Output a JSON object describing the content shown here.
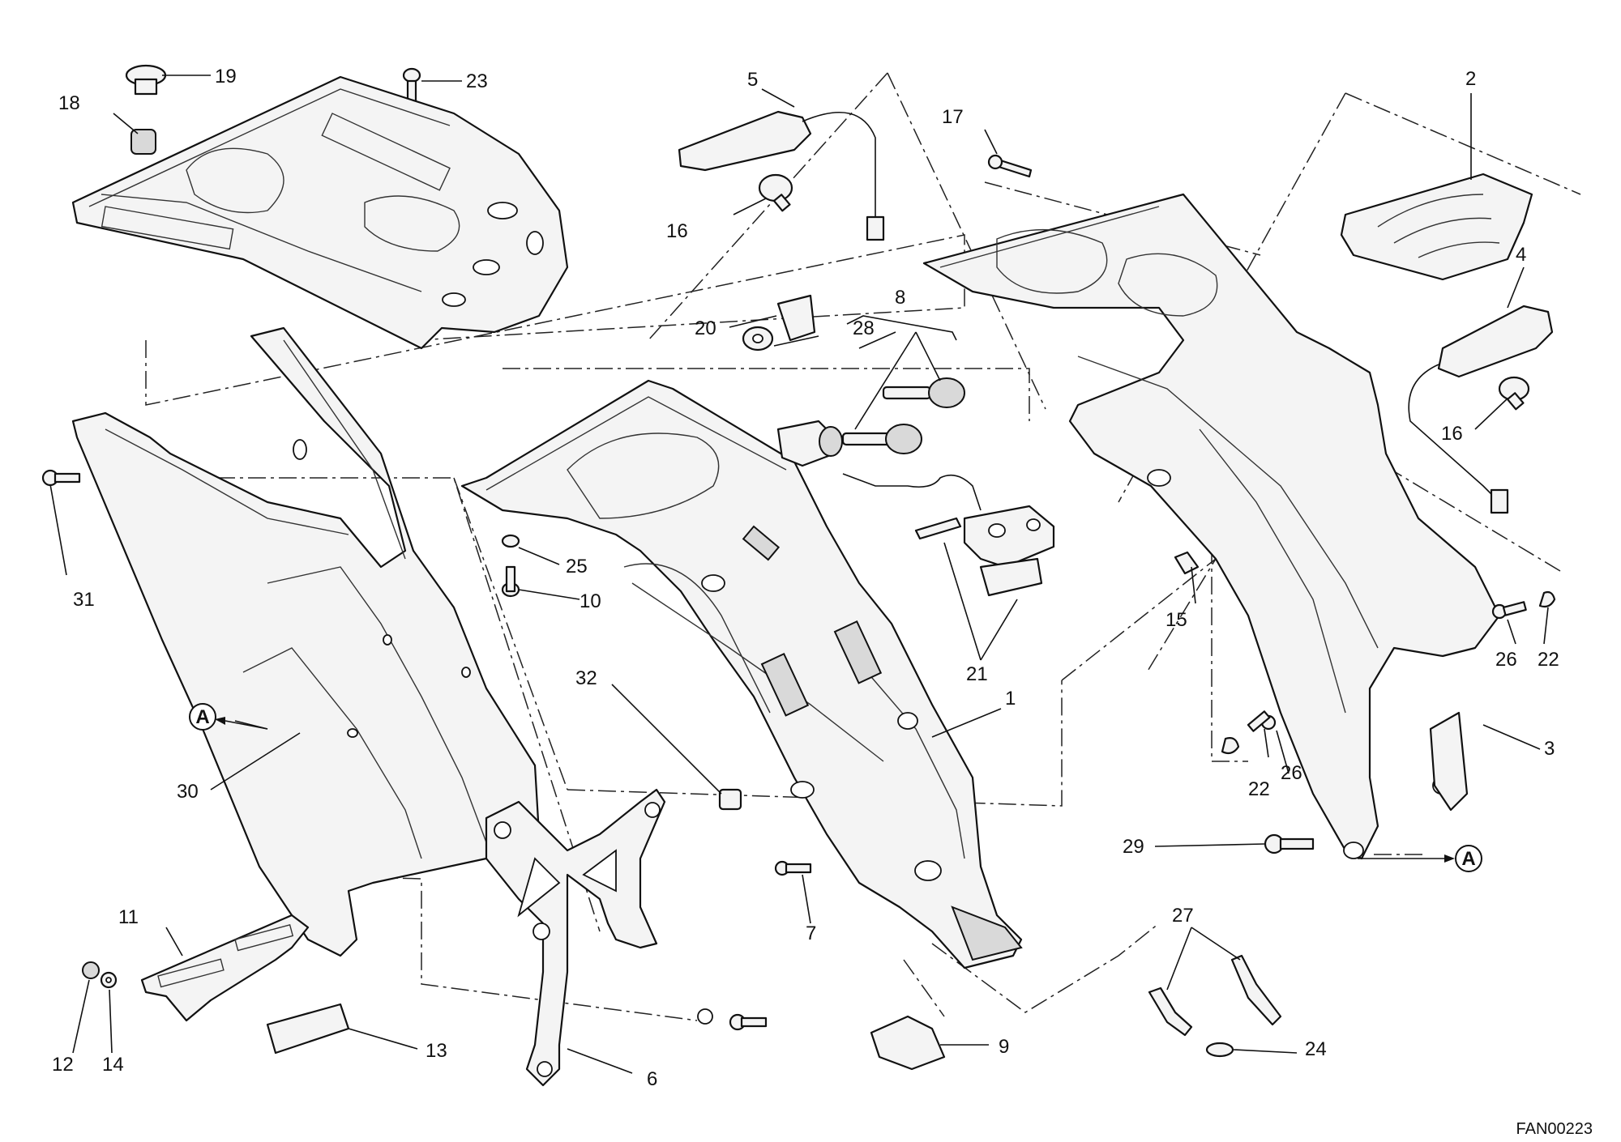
{
  "diagram": {
    "drawing_code": "FAN00223",
    "reference_marker": "A",
    "callouts": [
      "1",
      "2",
      "3",
      "4",
      "5",
      "6",
      "7",
      "8",
      "9",
      "10",
      "11",
      "12",
      "13",
      "14",
      "15",
      "16",
      "16",
      "17",
      "18",
      "19",
      "20",
      "21",
      "22",
      "22",
      "23",
      "24",
      "25",
      "26",
      "26",
      "27",
      "28",
      "29",
      "30",
      "31",
      "32"
    ]
  }
}
